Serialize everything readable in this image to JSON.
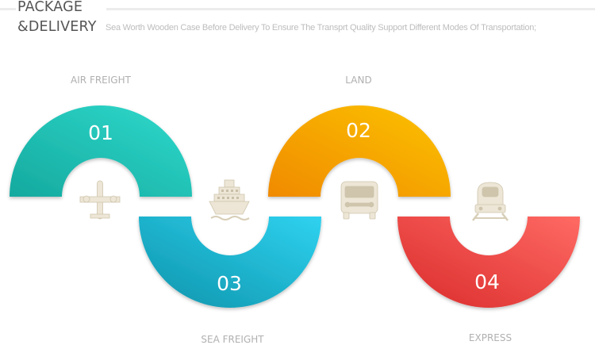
{
  "header": {
    "title_line1": "PACKAGE",
    "title_line2": "&DELIVERY",
    "subtitle": "Sea Worth Wooden Case Before Delivery To Ensure The Transprt Quality Support Different Modes Of Transportation;"
  },
  "steps": [
    {
      "number": "01",
      "label": "AIR FREIGHT",
      "icon": "airplane-icon",
      "color_start": "#15a99f",
      "color_end": "#2fdacc"
    },
    {
      "number": "02",
      "label": "LAND",
      "icon": "bus-icon",
      "color_start": "#f08a00",
      "color_end": "#fcc300"
    },
    {
      "number": "03",
      "label": "SEA FREIGHT",
      "icon": "ship-icon",
      "color_start": "#0e93aa",
      "color_end": "#2fd2f0"
    },
    {
      "number": "04",
      "label": "EXPRESS",
      "icon": "train-icon",
      "color_start": "#d92b2b",
      "color_end": "#ff6a64"
    }
  ],
  "colors": {
    "icon": "#ede6d6",
    "icon_dark": "#c9bfa8",
    "caption": "#b0b0b0"
  }
}
